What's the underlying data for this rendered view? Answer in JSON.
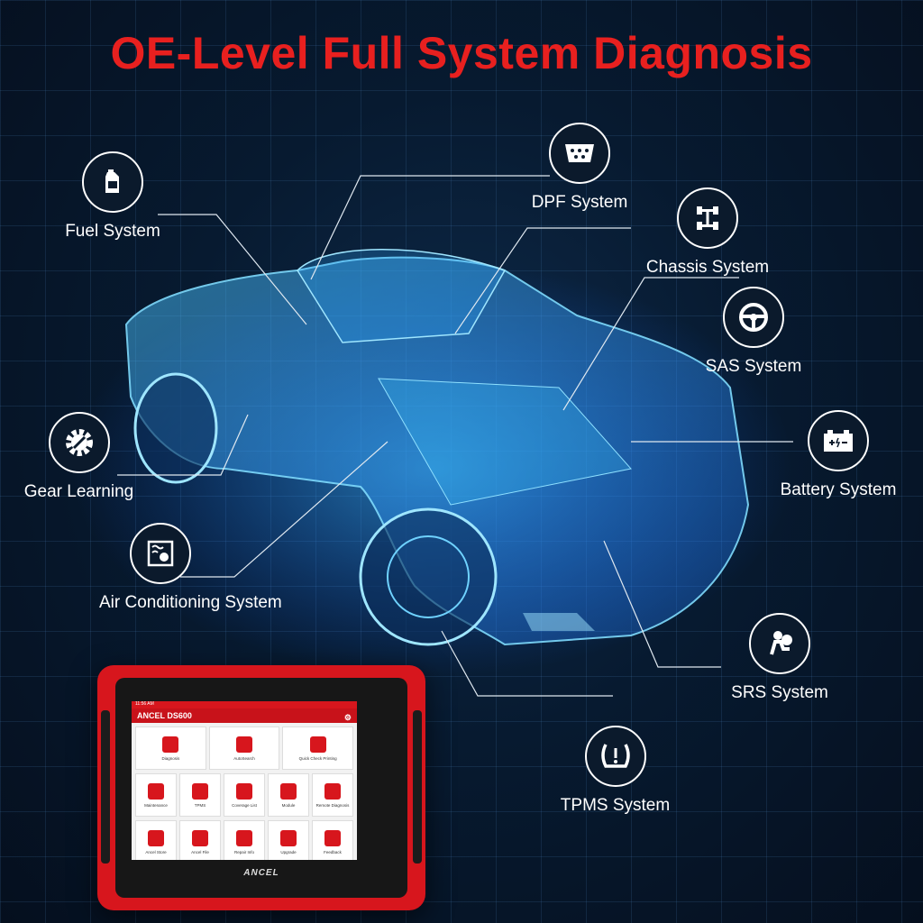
{
  "title": "OE-Level Full System Diagnosis",
  "features": [
    {
      "label": "Fuel System",
      "icon": "fuel-bottle-icon"
    },
    {
      "label": "DPF System",
      "icon": "dpf-connector-icon"
    },
    {
      "label": "Chassis System",
      "icon": "chassis-icon"
    },
    {
      "label": "SAS System",
      "icon": "steering-wheel-icon"
    },
    {
      "label": "Battery System",
      "icon": "battery-icon"
    },
    {
      "label": "Gear Learning",
      "icon": "gear-wrench-icon"
    },
    {
      "label": "Air Conditioning System",
      "icon": "air-conditioning-icon"
    },
    {
      "label": "SRS System",
      "icon": "airbag-icon"
    },
    {
      "label": "TPMS System",
      "icon": "tire-pressure-icon"
    }
  ],
  "tablet": {
    "brand": "ANCEL",
    "status_time": "11:56 AM",
    "app_title": "ANCEL DS600",
    "tiles_row1": [
      "Diagnosis",
      "AutoSearch",
      "Quick Check Printing"
    ],
    "tiles_row2": [
      "Maintenance",
      "TPMS",
      "Coverage List",
      "Module",
      "Remote Diagnosis"
    ],
    "tiles_row3": [
      "Ancel Store",
      "Ancel File",
      "Repair Info",
      "Upgrade",
      "Feedback"
    ]
  },
  "colors": {
    "title": "#e8201f",
    "accent": "#d7161d",
    "background": "#071a30",
    "car_glow": "#39b8ff"
  }
}
